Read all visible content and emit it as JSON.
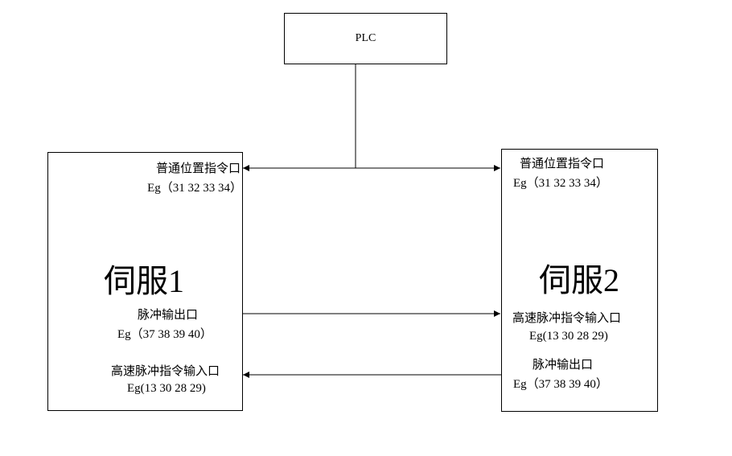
{
  "plc": {
    "label": "PLC"
  },
  "servo1": {
    "title": "伺服1",
    "port_position_cmd": {
      "label": "普通位置指令口",
      "pins": "Eg（31 32 33 34）"
    },
    "port_pulse_out": {
      "label": "脉冲输出口",
      "pins": "Eg（37 38 39 40）"
    },
    "port_hs_pulse_in": {
      "label": "高速脉冲指令输入口",
      "pins": "Eg(13 30 28 29)"
    }
  },
  "servo2": {
    "title": "伺服2",
    "port_position_cmd": {
      "label": "普通位置指令口",
      "pins": "Eg（31 32 33 34）"
    },
    "port_hs_pulse_in": {
      "label": "高速脉冲指令输入口",
      "pins": "Eg(13 30 28 29)"
    },
    "port_pulse_out": {
      "label": "脉冲输出口",
      "pins": "Eg（37 38 39 40）"
    }
  }
}
